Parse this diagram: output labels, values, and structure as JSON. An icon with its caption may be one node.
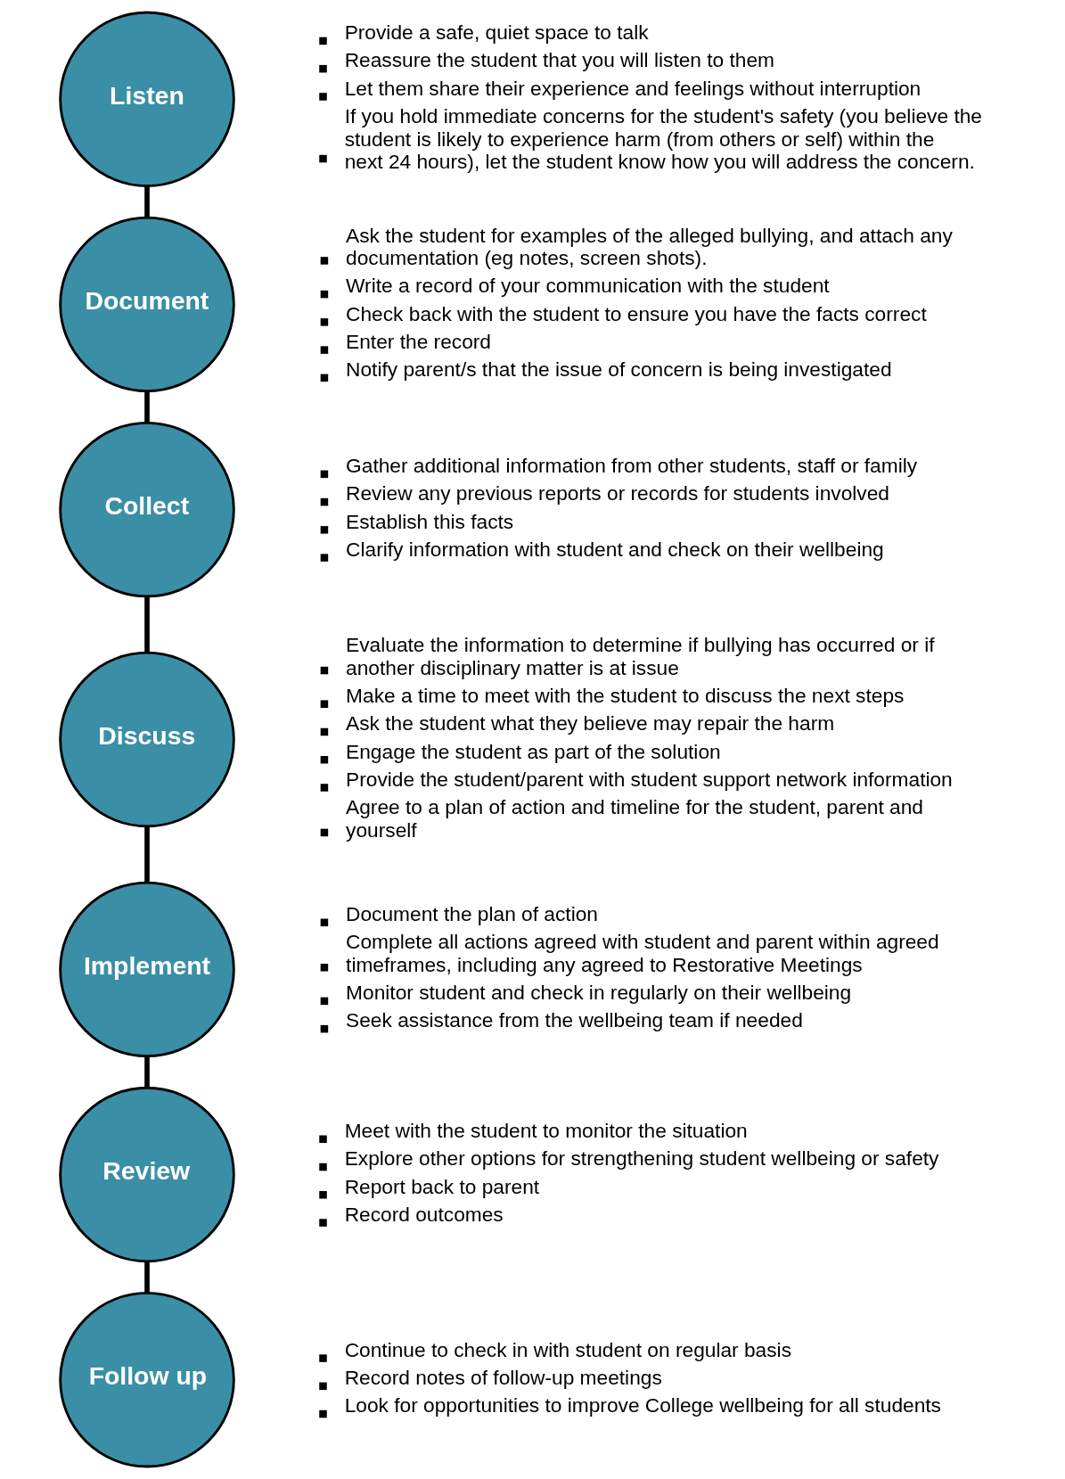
{
  "diagram": {
    "nodes": [
      {
        "text": [
          "Listen"
        ],
        "beside": [
          "Provide a safe, quiet space to talk",
          "Reassure the student that you will listen to them",
          "Let them share their experience and feelings without interruption",
          "If you hold immediate concerns for the student's safety (you believe the student is likely to experience harm (from others or self) within the next 24 hours), let the student know how you will address the concern."
        ]
      },
      {
        "text": [
          "Document"
        ],
        "beside": [
          "Ask the student for examples of the alleged bullying, and attach any documentation (eg notes, screen shots).",
          "Write a record of your communication with the student",
          "Check back with the student to ensure you have the facts correct",
          "Enter the record",
          "Notify parent/s that the issue of concern is being investigated"
        ]
      },
      {
        "text": [
          "Collect"
        ],
        "beside": [
          "Gather additional information from other students, staff or family",
          "Review any previous reports or records for students involved",
          "Establish this facts",
          "Clarify information with student and check on their wellbeing"
        ]
      },
      {
        "text": [
          "Discuss"
        ],
        "beside": [
          "Evaluate the information to determine if bullying has occurred or if another disciplinary matter is at issue",
          "Make a time to meet with the student to discuss the next steps",
          "Ask the student what they believe may repair the harm",
          "Engage the student as part of the solution",
          "Provide the student/parent with student support network information",
          "Agree to a plan of action and timeline for the student, parent and yourself"
        ]
      },
      {
        "text": [
          "Implement"
        ],
        "beside": [
          "Document the plan of action",
          "Complete all actions agreed with student and parent within agreed timeframes, including any agreed to Restorative Meetings",
          "Monitor student and check in regularly on their wellbeing",
          "Seek assistance from the wellbeing team if needed"
        ]
      },
      {
        "text": [
          "Review"
        ],
        "beside": [
          "Meet with the student to monitor the situation",
          "Explore other options for strengthening student wellbeing or safety",
          "Report back to parent",
          "Record outcomes"
        ]
      },
      {
        "text": [
          "Follow up"
        ],
        "beside": [
          "Continue to check in with student on regular basis",
          "Record notes of follow-up meetings",
          "Look for opportunities to improve College wellbeing for all students"
        ]
      }
    ],
    "edges": [
      {
        "from": 0,
        "to": 1,
        "arrow": "none"
      },
      {
        "from": 1,
        "to": 2,
        "arrow": "none"
      },
      {
        "from": 2,
        "to": 3,
        "arrow": "none"
      },
      {
        "from": 3,
        "to": 4,
        "arrow": "none"
      },
      {
        "from": 4,
        "to": 5,
        "arrow": "none"
      },
      {
        "from": 5,
        "to": 6,
        "arrow": "none"
      }
    ]
  }
}
